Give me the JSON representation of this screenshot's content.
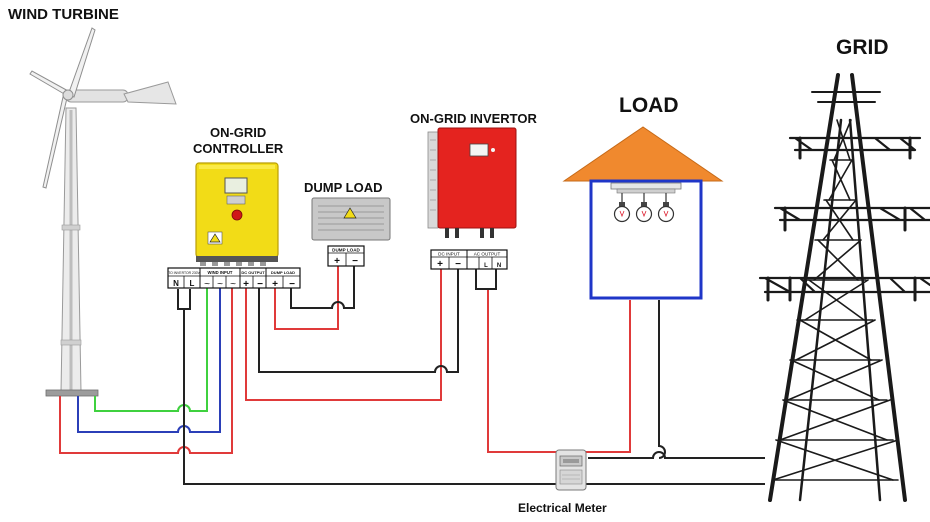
{
  "labels": {
    "wind_turbine": "WIND TURBINE",
    "grid": "GRID",
    "load": "LOAD",
    "invertor": "ON-GRID INVERTOR",
    "controller_line1": "ON-GRID",
    "controller_line2": "CONTROLLER",
    "dump_load": "DUMP LOAD",
    "electrical_meter": "Electrical Meter"
  },
  "controller_terminals": {
    "group1_header": "TO INVERTOR 230V",
    "wind_input_header": "WIND INPUT",
    "dc_output_header": "DC OUTPUT",
    "dump_load_header": "DUMP LOAD",
    "n": "N",
    "l": "L",
    "ac_wave": "~",
    "plus": "+",
    "minus": "−"
  },
  "dump_load_terminals": {
    "header": "DUMP LOAD",
    "plus": "+",
    "minus": "−"
  },
  "invertor_terminals": {
    "dc_input_header": "DC INPUT",
    "ac_output_header": "AC OUTPUT",
    "plus": "+",
    "minus": "−",
    "l": "L",
    "n": "N"
  },
  "colors": {
    "dc_positive": "#e03a3a",
    "neutral": "#222222",
    "phase_green": "#3fd13f",
    "phase_blue": "#2b3fb8",
    "controller_body": "#f2dc17",
    "invertor_body": "#e4231f",
    "roof": "#f0892e",
    "load_frame": "#1f36c8"
  }
}
